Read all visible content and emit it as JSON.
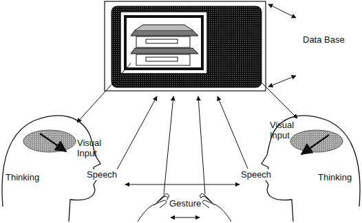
{
  "diagram": {
    "labels": [
      "Data Base",
      "Visual Input",
      "Visual Input",
      "Thinking",
      "Speech",
      "Speech",
      "Thinking",
      "Gesture"
    ]
  }
}
